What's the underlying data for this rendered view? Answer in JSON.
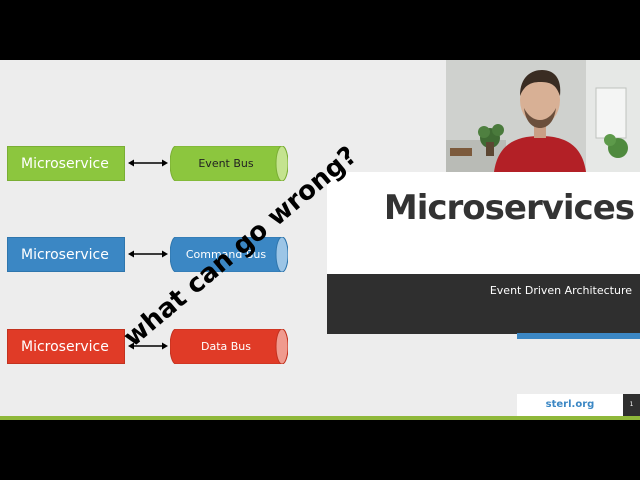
{
  "diagram": {
    "rows": [
      {
        "microservice": "Microservice",
        "bus": "Event Bus"
      },
      {
        "microservice": "Microservice",
        "bus": "Command Bus"
      },
      {
        "microservice": "Microservice",
        "bus": "Data Bus"
      }
    ]
  },
  "overlay": {
    "text": "what can go wrong?"
  },
  "title_slide": {
    "title": "Microservices",
    "subtitle": "Event Driven Architecture"
  },
  "footer": {
    "site": "sterl.org",
    "page_number": "1"
  },
  "colors": {
    "green": "#8cc63e",
    "blue": "#3b87c4",
    "red": "#e03b27",
    "dark": "#2f2f2f",
    "accent_bar": "#8fb83a"
  },
  "webcam": {
    "description_icon": "person-video-icon"
  }
}
